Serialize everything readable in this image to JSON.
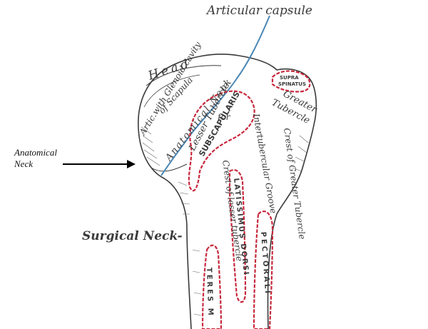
{
  "labels": {
    "articular_capsule": "Articular capsule",
    "anatomical_neck_external_line1": "Anatomical",
    "anatomical_neck_external_line2": "Neck",
    "surgical_neck": "Surgical Neck-",
    "head": "Head",
    "artic_with_glenoid": "Artic.with Glenoid cavity",
    "of_scapula": "of Scapula",
    "anatomical_neck_inner": "Anatomical Neck",
    "supraspinatus_line1": "SUPRA",
    "supraspinatus_line2": "SPINATUS",
    "greater_tubercle_line1": "Greater",
    "greater_tubercle_line2": "Tubercle",
    "lesser_tubercle": "Lesser Tubercle",
    "for": "for",
    "subscapularis": "SUBSCAPULARIS",
    "intertubercular_groove": "Intertubercular Groove",
    "crest_of_greater_tubercle": "Crest of Greater Tubercle",
    "crest_of_lesser_tubercle": "Crest of lesser tubercle",
    "latissimus_dorsi": "LATISSIMUS DORSI",
    "pectoralis": "PECTORALI",
    "teres": "TERES M"
  },
  "colors": {
    "ink": "#3a3a3a",
    "muscle_attachment": "#c8283c",
    "capsule_line": "#4a87b5",
    "arrow": "#000000"
  }
}
